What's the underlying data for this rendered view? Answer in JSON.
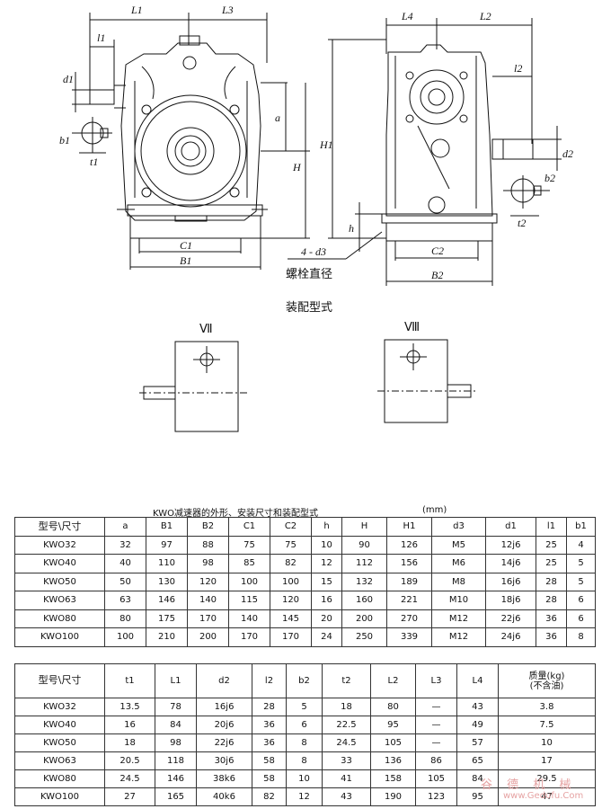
{
  "drawing": {
    "labels": {
      "L1": "L1",
      "L3": "L3",
      "l1": "l1",
      "d1": "d1",
      "b1": "b1",
      "t1": "t1",
      "a": "a",
      "H": "H",
      "H1": "H1",
      "C1": "C1",
      "B1": "B1",
      "L4": "L4",
      "L2": "L2",
      "l2": "l2",
      "d2": "d2",
      "b2": "b2",
      "t2": "t2",
      "h": "h",
      "C2": "C2",
      "B2": "B2",
      "d3": "4 - d3"
    },
    "bolt_note": "螺栓直径",
    "assembly_title": "装配型式",
    "form_7": "Ⅶ",
    "form_8": "Ⅷ"
  },
  "caption": {
    "title": "KWO减速器的外形、安装尺寸和装配型式",
    "unit": "(mm)"
  },
  "table1": {
    "headers": [
      "型号\\尺寸",
      "a",
      "B1",
      "B2",
      "C1",
      "C2",
      "h",
      "H",
      "H1",
      "d3",
      "d1",
      "l1",
      "b1"
    ],
    "rows": [
      [
        "KWO32",
        "32",
        "97",
        "88",
        "75",
        "75",
        "10",
        "90",
        "126",
        "M5",
        "12j6",
        "25",
        "4"
      ],
      [
        "KWO40",
        "40",
        "110",
        "98",
        "85",
        "82",
        "12",
        "112",
        "156",
        "M6",
        "14j6",
        "25",
        "5"
      ],
      [
        "KWO50",
        "50",
        "130",
        "120",
        "100",
        "100",
        "15",
        "132",
        "189",
        "M8",
        "16j6",
        "28",
        "5"
      ],
      [
        "KWO63",
        "63",
        "146",
        "140",
        "115",
        "120",
        "16",
        "160",
        "221",
        "M10",
        "18j6",
        "28",
        "6"
      ],
      [
        "KWO80",
        "80",
        "175",
        "170",
        "140",
        "145",
        "20",
        "200",
        "270",
        "M12",
        "22j6",
        "36",
        "6"
      ],
      [
        "KWO100",
        "100",
        "210",
        "200",
        "170",
        "170",
        "24",
        "250",
        "339",
        "M12",
        "24j6",
        "36",
        "8"
      ]
    ]
  },
  "table2": {
    "headers": [
      "型号\\尺寸",
      "t1",
      "L1",
      "d2",
      "l2",
      "b2",
      "t2",
      "L2",
      "L3",
      "L4",
      "质量(kg)",
      "(不含油)"
    ],
    "rows": [
      [
        "KWO32",
        "13.5",
        "78",
        "16j6",
        "28",
        "5",
        "18",
        "80",
        "—",
        "43",
        "3.8"
      ],
      [
        "KWO40",
        "16",
        "84",
        "20j6",
        "36",
        "6",
        "22.5",
        "95",
        "—",
        "49",
        "7.5"
      ],
      [
        "KWO50",
        "18",
        "98",
        "22j6",
        "36",
        "8",
        "24.5",
        "105",
        "—",
        "57",
        "10"
      ],
      [
        "KWO63",
        "20.5",
        "118",
        "30j6",
        "58",
        "8",
        "33",
        "136",
        "86",
        "65",
        "17"
      ],
      [
        "KWO80",
        "24.5",
        "146",
        "38k6",
        "58",
        "10",
        "41",
        "158",
        "105",
        "84",
        "29.5"
      ],
      [
        "KWO100",
        "27",
        "165",
        "40k6",
        "82",
        "12",
        "43",
        "190",
        "123",
        "95",
        "47"
      ]
    ]
  },
  "watermark": {
    "text": "谷 德 机 械",
    "url": "www.Gedufu.Com"
  }
}
